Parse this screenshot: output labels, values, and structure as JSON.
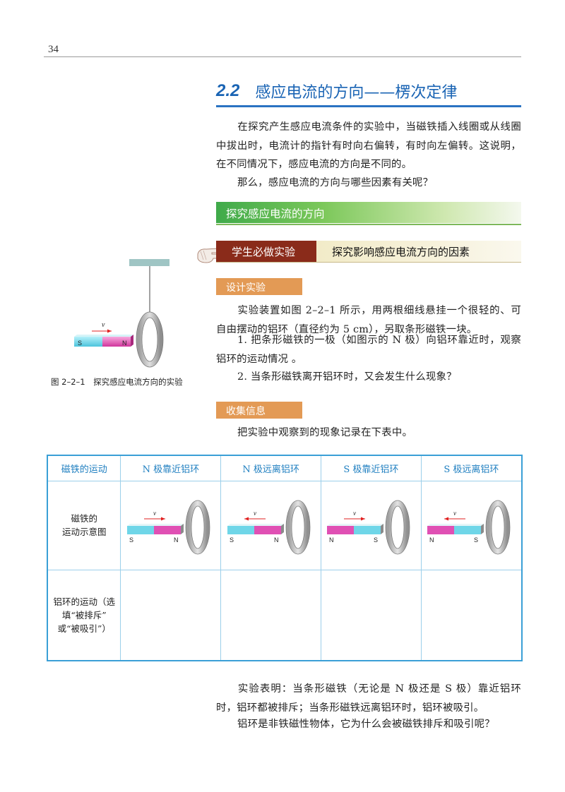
{
  "page": {
    "number": "34"
  },
  "section": {
    "number": "2.2",
    "title": "感应电流的方向——楞次定律"
  },
  "intro": {
    "p1": "在探究产生感应电流条件的实验中，当磁铁插入线圈或从线圈中拔出时，电流计的指针有时向右偏转，有时向左偏转。这说明，在不同情况下，感应电流的方向是不同的。",
    "p2": "那么，感应电流的方向与哪些因素有关呢？"
  },
  "inquiry": {
    "title": "探究感应电流的方向"
  },
  "experiment": {
    "tag": "学生必做实验",
    "title": "探究影响感应电流方向的因素"
  },
  "design": {
    "tag": "设计实验",
    "p1": "实验装置如图 2–2–1 所示，用两根细线悬挂一个很轻的、可自由摆动的铝环（直径约为 5 cm），另取条形磁铁一块。",
    "p2": "1. 把条形磁铁的一极（如图示的 N 极）向铝环靠近时，观察铝环的运动情况 。",
    "p3": "2. 当条形磁铁离开铝环时，又会发生什么现象？"
  },
  "figure": {
    "caption": "图 2–2–1　探究感应电流方向的实验",
    "velocity_label": "v",
    "magnet_left_pole": "S",
    "magnet_right_pole": "N"
  },
  "collect": {
    "tag": "收集信息",
    "p1": "把实验中观察到的现象记录在下表中。"
  },
  "table": {
    "headers": [
      "磁铁的运动",
      "N 极靠近铝环",
      "N 极远离铝环",
      "S 极靠近铝环",
      "S 极远离铝环"
    ],
    "row1_label_line1": "磁铁的",
    "row1_label_line2": "运动示意图",
    "row2_label_line1": "铝环的运动（选",
    "row2_label_line2": "填“被排斥”",
    "row2_label_line3": "或“被吸引”）",
    "diagrams": [
      {
        "left_pole": "S",
        "right_pole": "N",
        "arrow": "right",
        "v": "v"
      },
      {
        "left_pole": "S",
        "right_pole": "N",
        "arrow": "left",
        "v": "v"
      },
      {
        "left_pole": "N",
        "right_pole": "S",
        "arrow": "right",
        "v": "v"
      },
      {
        "left_pole": "N",
        "right_pole": "S",
        "arrow": "left",
        "v": "v"
      }
    ]
  },
  "conclusion": {
    "p1": "实验表明：当条形磁铁（无论是 N 极还是 S 极）靠近铝环时，铝环都被排斥；当条形磁铁远离铝环时，铝环被吸引。",
    "p2": "铝环是非铁磁性物体，它为什么会被磁铁排斥和吸引呢？"
  },
  "colors": {
    "title_blue": "#1a64b4",
    "magnet_cyan": "#6fd6e8",
    "magnet_magenta": "#e050b4",
    "arrow_red": "#e02020",
    "ring_gray": "#b8b8b8"
  }
}
